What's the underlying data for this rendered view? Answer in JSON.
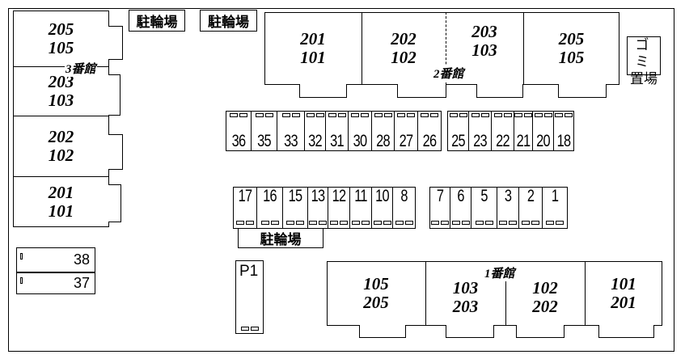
{
  "building3": {
    "label": "3番館",
    "units": [
      [
        "205",
        "105"
      ],
      [
        "203",
        "103"
      ],
      [
        "202",
        "102"
      ],
      [
        "201",
        "101"
      ]
    ]
  },
  "building2": {
    "label": "2番館",
    "units": [
      [
        "201",
        "101"
      ],
      [
        "202",
        "102"
      ],
      [
        "203",
        "103"
      ],
      [
        "205",
        "105"
      ]
    ]
  },
  "building1": {
    "label": "1番館",
    "units": [
      [
        "105",
        "205"
      ],
      [
        "103",
        "203"
      ],
      [
        "102",
        "202"
      ],
      [
        "101",
        "201"
      ]
    ]
  },
  "bike_parking": [
    "駐輪場",
    "駐輪場",
    "駐輪場"
  ],
  "garbage": {
    "line1": "ゴミ",
    "line2": "置場"
  },
  "parking_rows": {
    "row_a_left": [
      "36",
      "35",
      "33",
      "32",
      "31",
      "30",
      "28",
      "27",
      "26"
    ],
    "row_a_right": [
      "25",
      "23",
      "22",
      "21",
      "20",
      "18"
    ],
    "row_b_left": [
      "17",
      "16",
      "15",
      "13",
      "12",
      "11",
      "10",
      "8"
    ],
    "row_b_right": [
      "7",
      "6",
      "5",
      "3",
      "2",
      "1"
    ]
  },
  "side_spots": [
    "38",
    "37"
  ],
  "p1": "P1"
}
